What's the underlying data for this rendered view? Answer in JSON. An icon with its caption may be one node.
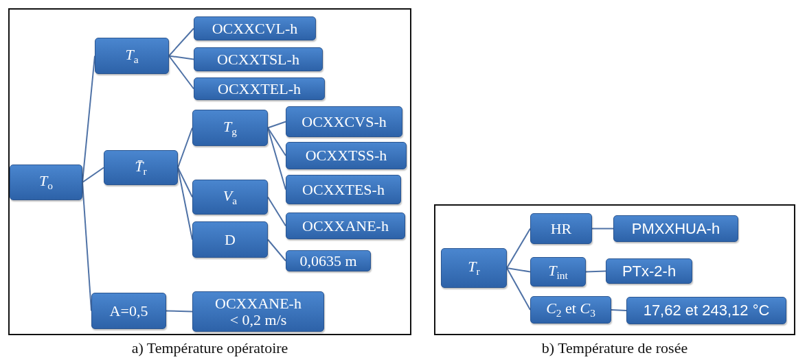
{
  "diagram": {
    "nodes": [
      {
        "text": [
          "a) Température opératoire"
        ]
      },
      {
        "text": [
          "*T*$_{o}$"
        ],
        "in": 0
      },
      {
        "text": [
          "*T*$_{a}$"
        ],
        "in": 0
      },
      {
        "text": [
          "OCXXCVL-h"
        ],
        "in": 0
      },
      {
        "text": [
          "OCXXTSL-h"
        ],
        "in": 0
      },
      {
        "text": [
          "OCXXTEL-h"
        ],
        "in": 0
      },
      {
        "text": [
          "*T̄*$_{r}$"
        ],
        "in": 0
      },
      {
        "text": [
          "*T*$_{g}$"
        ],
        "in": 0
      },
      {
        "text": [
          "OCXXCVS-h"
        ],
        "in": 0
      },
      {
        "text": [
          "OCXXTSS-h"
        ],
        "in": 0
      },
      {
        "text": [
          "OCXXTES-h"
        ],
        "in": 0
      },
      {
        "text": [
          "*V*$_{a}$"
        ],
        "in": 0
      },
      {
        "text": [
          "OCXXANE-h"
        ],
        "in": 0
      },
      {
        "text": [
          "D"
        ],
        "in": 0
      },
      {
        "text": [
          "0,0635 m"
        ],
        "in": 0
      },
      {
        "text": [
          "A=0,5"
        ],
        "in": 0
      },
      {
        "text": [
          "OCXXANE-h < 0,2 m/s"
        ],
        "in": 0
      },
      {
        "text": [
          "b) Température de rosée"
        ]
      },
      {
        "text": [
          "*T*$_{r}$"
        ],
        "in": 17
      },
      {
        "text": [
          "HR"
        ],
        "in": 17
      },
      {
        "text": [
          "PMXXHUA-h"
        ],
        "in": 17
      },
      {
        "text": [
          "*T*$_{int}$"
        ],
        "in": 17
      },
      {
        "text": [
          "PTx-2-h"
        ],
        "in": 17
      },
      {
        "text": [
          "*C*$_{2}$ et *C*$_{3}$"
        ],
        "in": 17
      },
      {
        "text": [
          "17,62 et 243,12 °C"
        ],
        "in": 17
      }
    ],
    "edges": [
      {
        "from": 1,
        "to": 2,
        "arrow": "none"
      },
      {
        "from": 1,
        "to": 6,
        "arrow": "none"
      },
      {
        "from": 1,
        "to": 15,
        "arrow": "none"
      },
      {
        "from": 2,
        "to": 3,
        "arrow": "none"
      },
      {
        "from": 2,
        "to": 4,
        "arrow": "none"
      },
      {
        "from": 2,
        "to": 5,
        "arrow": "none"
      },
      {
        "from": 6,
        "to": 7,
        "arrow": "none"
      },
      {
        "from": 6,
        "to": 11,
        "arrow": "none"
      },
      {
        "from": 6,
        "to": 13,
        "arrow": "none"
      },
      {
        "from": 7,
        "to": 8,
        "arrow": "none"
      },
      {
        "from": 7,
        "to": 9,
        "arrow": "none"
      },
      {
        "from": 7,
        "to": 10,
        "arrow": "none"
      },
      {
        "from": 11,
        "to": 12,
        "arrow": "none"
      },
      {
        "from": 13,
        "to": 14,
        "arrow": "none"
      },
      {
        "from": 15,
        "to": 16,
        "arrow": "none"
      },
      {
        "from": 18,
        "to": 19,
        "arrow": "none"
      },
      {
        "from": 18,
        "to": 21,
        "arrow": "none"
      },
      {
        "from": 18,
        "to": 23,
        "arrow": "none"
      },
      {
        "from": 19,
        "to": 20,
        "arrow": "none"
      },
      {
        "from": 21,
        "to": 22,
        "arrow": "none"
      },
      {
        "from": 23,
        "to": 24,
        "arrow": "none"
      }
    ]
  }
}
